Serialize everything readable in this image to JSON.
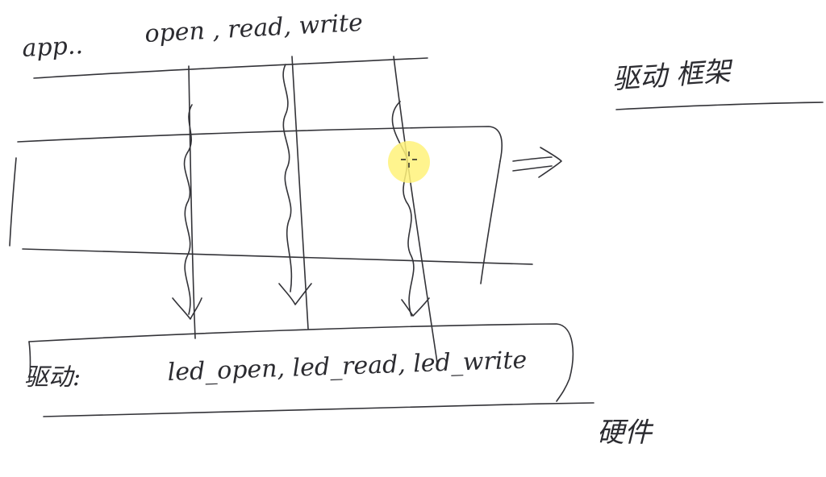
{
  "labels": {
    "app": "app..",
    "app_calls": "open , read, write",
    "framework": "驱动 框架",
    "driver": "驱动:",
    "driver_funcs": "led_open, led_read, led_write",
    "hardware": "硬件"
  },
  "pointer": {
    "highlight_color": "#fff27a",
    "icon": "crosshair-cursor-icon"
  },
  "colors": {
    "ink": "#333338",
    "background": "#ffffff"
  }
}
